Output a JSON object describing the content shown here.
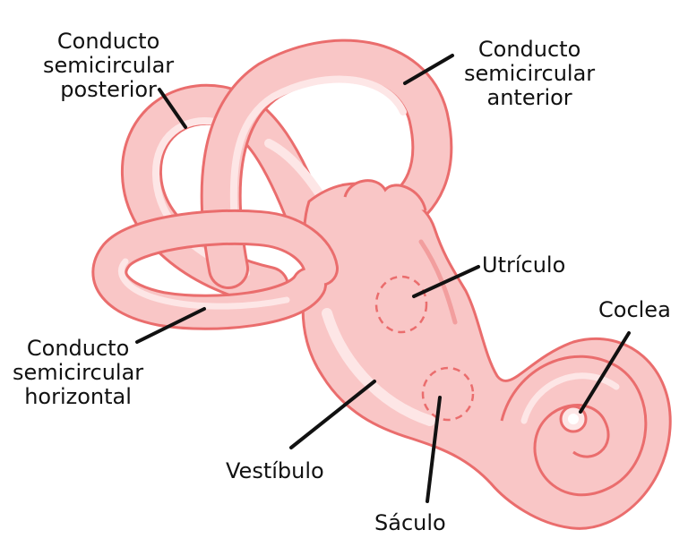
{
  "labels": {
    "posterior": [
      "Conducto",
      "semicircular",
      "posterior"
    ],
    "anterior": [
      "Conducto",
      "semicircular",
      "anterior"
    ],
    "horizontal": [
      "Conducto",
      "semicircular",
      "horizontal"
    ],
    "utriculo": "Utrículo",
    "coclea": "Coclea",
    "vestibulo": "Vestíbulo",
    "saculo": "Sáculo"
  },
  "colors": {
    "tissue_fill": "#f9c6c6",
    "tissue_outline": "#ea6d6d",
    "tissue_highlight": "#fde6e6",
    "tissue_shadow": "#f29e9e",
    "text": "#111111"
  }
}
